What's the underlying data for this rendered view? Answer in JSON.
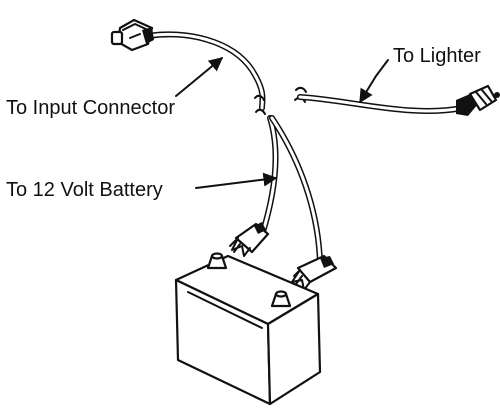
{
  "labels": {
    "input_connector": "To Input Connector",
    "lighter": "To Lighter",
    "battery": "To 12 Volt Battery"
  },
  "colors": {
    "ink": "#111111",
    "background": "#ffffff"
  },
  "icons": [
    "input-connector-plug-icon",
    "lighter-plug-icon",
    "alligator-clip-icon",
    "battery-icon"
  ]
}
